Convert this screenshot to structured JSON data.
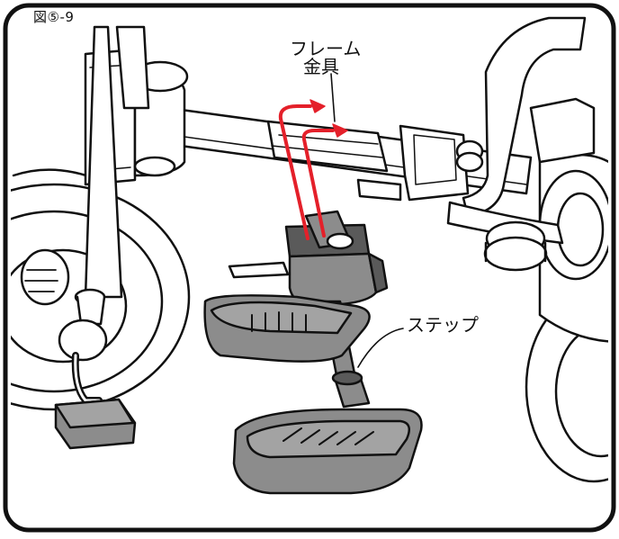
{
  "figure_label": "図⑤-9",
  "labels": {
    "frame_line1": "フレーム",
    "frame_line2": "金具",
    "step": "ステップ"
  },
  "colors": {
    "outline": "#111111",
    "part_fill": "#8c8c8c",
    "part_dark": "#5a5a5a",
    "arrow": "#e4202a",
    "background": "#ffffff"
  }
}
